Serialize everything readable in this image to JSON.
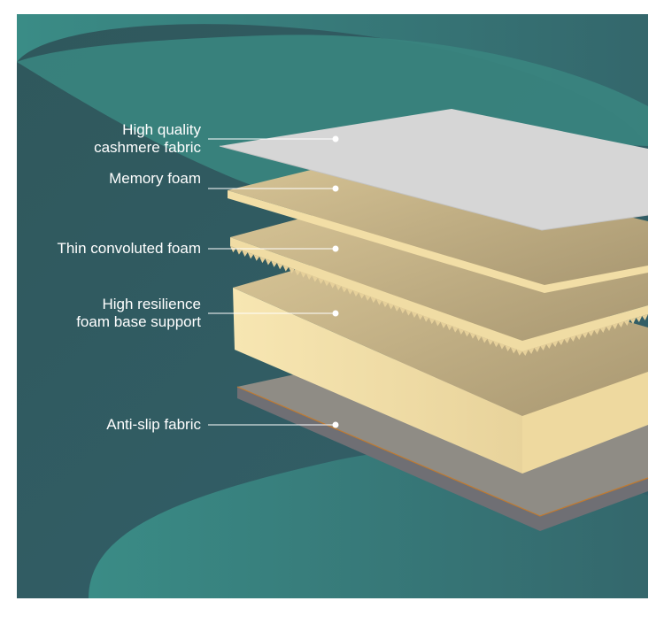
{
  "colors": {
    "background_dark": "#2f5a5e",
    "background_light": "#3a8a84",
    "fabric": "#d6d6d6",
    "foam_top": "#c7b587",
    "foam_edge": "#f2dea6",
    "anti_slip_top": "#8f8c85",
    "anti_slip_edge": "#6f6f74",
    "label_text": "#ffffff"
  },
  "layers": [
    {
      "label_lines": [
        "High quality",
        "cashmere fabric"
      ]
    },
    {
      "label_lines": [
        "Memory foam"
      ]
    },
    {
      "label_lines": [
        "Thin convoluted foam"
      ]
    },
    {
      "label_lines": [
        "High resilience",
        "foam base support"
      ]
    },
    {
      "label_lines": [
        "Anti-slip fabric"
      ]
    }
  ]
}
